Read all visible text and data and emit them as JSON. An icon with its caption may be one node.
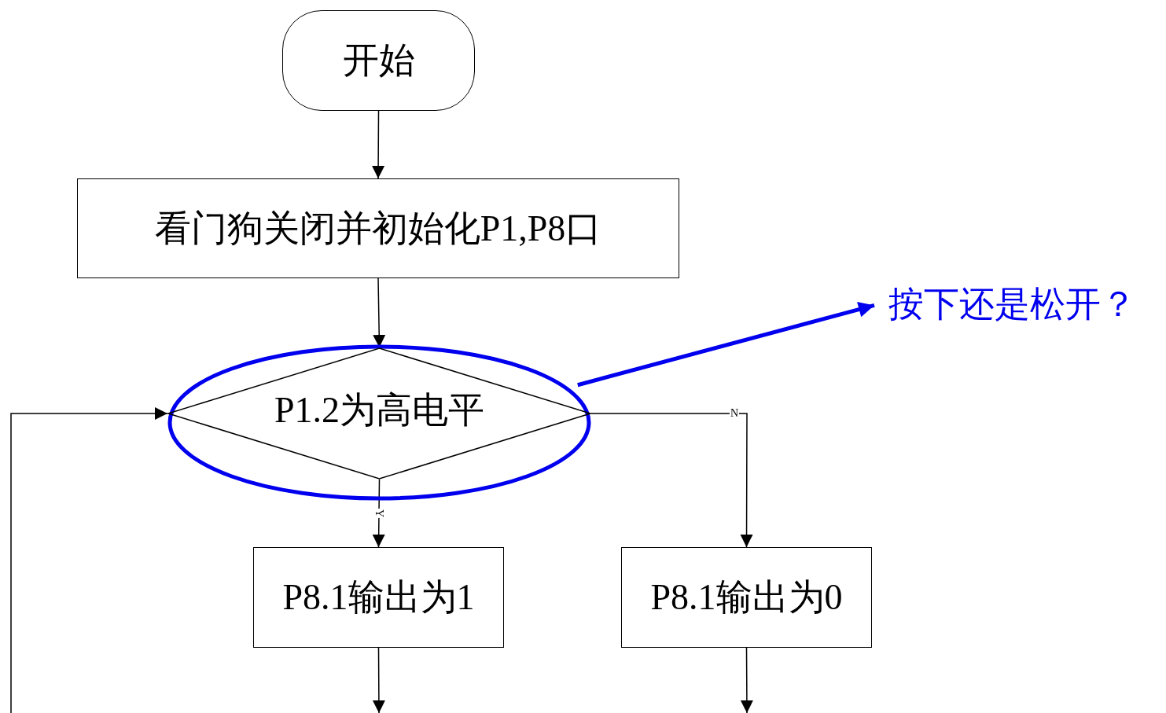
{
  "diagram": {
    "nodes": [
      {
        "text": [
          "开始"
        ]
      },
      {
        "text": [
          "看门狗关闭并初始化P1,P8口"
        ]
      },
      {
        "text": [],
        "shape": "ellipse"
      },
      {
        "text": [
          "P1.2为高电平"
        ],
        "in": 2
      },
      {
        "text": [
          "P8.1输出为1"
        ]
      },
      {
        "text": [
          "P8.1输出为0"
        ]
      },
      {
        "text": [
          "按下还是松开？"
        ]
      }
    ],
    "edges": [
      {
        "from": 0,
        "to": 1,
        "arrow": "to"
      },
      {
        "from": 1,
        "to": 3,
        "arrow": "to"
      },
      {
        "from": 3,
        "to": 4,
        "arrow": "to",
        "label": "Y"
      },
      {
        "from": 3,
        "to": 5,
        "arrow": "to",
        "label": "N"
      },
      {
        "from": 4,
        "to": null,
        "arrow": "to"
      },
      {
        "from": 5,
        "to": null,
        "arrow": "to"
      },
      {
        "from": null,
        "to": 3,
        "arrow": "to"
      },
      {
        "from": 2,
        "to": 6,
        "arrow": "to",
        "style": "thick",
        "color": "#0000ee"
      }
    ]
  }
}
